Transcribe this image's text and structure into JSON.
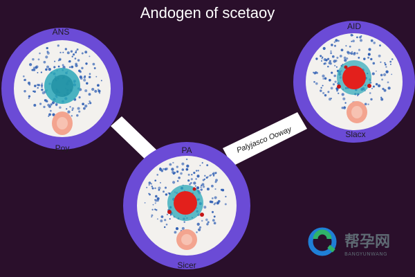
{
  "title": "Andogen of scetaoy",
  "cells": [
    {
      "id": "top-left",
      "top_label": "ANS",
      "bottom_label": "Poy",
      "nucleus": "teal"
    },
    {
      "id": "top-right",
      "top_label": "AID",
      "bottom_label": "Slacx",
      "nucleus": "red"
    },
    {
      "id": "bottom-center",
      "top_label": "PA",
      "bottom_label": "Sicer",
      "nucleus": "red"
    }
  ],
  "banner_label": "Palyjasco Ooway",
  "watermark": {
    "cjk": "帮孕网",
    "latin": "BANGYUNWANG"
  },
  "colors": {
    "background": "#2a0f2b",
    "ring": "#6b4bd6",
    "ring_dark": "#4f33b0",
    "interior": "#f3f1ee",
    "dots": "#2f5fb3",
    "teal": "#2aa7b8",
    "red": "#e3201c",
    "egg": "#f3a48f"
  }
}
